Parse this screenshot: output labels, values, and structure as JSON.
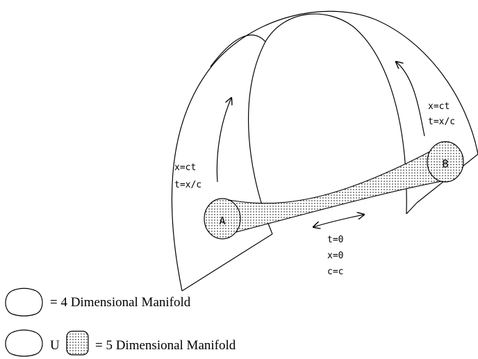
{
  "labels": {
    "point_a": "A",
    "point_b": "B",
    "left_eq_1": "x=ct",
    "left_eq_2": "t=x/c",
    "right_eq_1": "x=ct",
    "right_eq_2": "t=x/c",
    "center_eq_1": "t=0",
    "center_eq_2": "x=0",
    "center_eq_3": "c=c"
  },
  "legend": {
    "row1_text": "= 4 Dimensional Manifold",
    "row2_union": "U",
    "row2_text": "= 5 Dimensional Manifold"
  },
  "colors": {
    "line": "#000000",
    "background": "#ffffff"
  }
}
